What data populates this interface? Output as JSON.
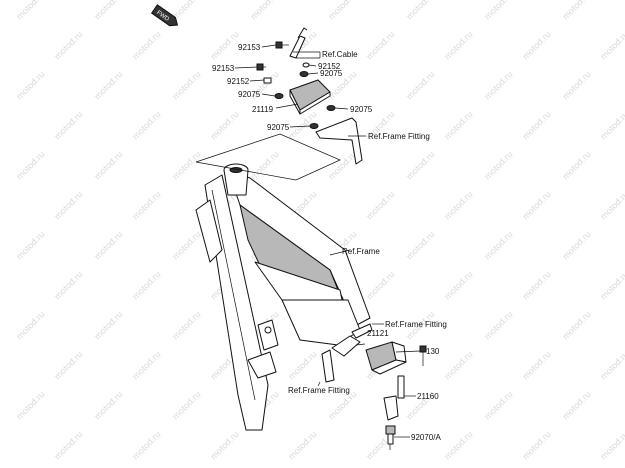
{
  "watermark": "motod.ru",
  "direction_badge": "FWD",
  "labels": {
    "p92153a": "92153",
    "ref_cable": "Ref.Cable",
    "p92153b": "92153",
    "p92152a": "92152",
    "p92152b": "92152",
    "p92075a": "92075",
    "p92075b": "92075",
    "p21119": "21119",
    "p92075c": "92075",
    "p92075d": "92075",
    "ref_frame_fitting_top": "Ref.Frame Fitting",
    "ref_frame": "Ref.Frame",
    "ref_frame_fitting_mid": "Ref.Frame Fitting",
    "p21121": "21121",
    "p130": "130",
    "ref_frame_fitting_bottom": "Ref.Frame Fitting",
    "p21160": "21160",
    "p92070a": "92070/A"
  }
}
